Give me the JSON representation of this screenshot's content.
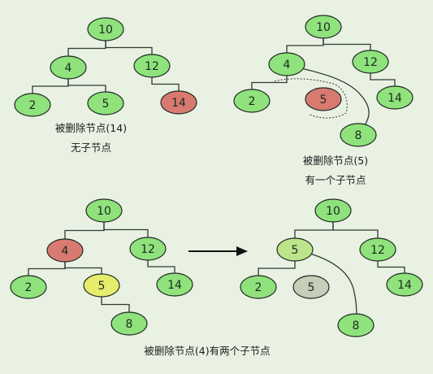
{
  "colors": {
    "normal": "#8fe27c",
    "deleted": "#d97a70",
    "successor": "#e6ec6b",
    "new_root": "#bde48a",
    "removed": "#c6cdb8"
  },
  "panels": [
    {
      "id": "no-children",
      "caption": [
        "被删除节点(14)",
        "无子节点"
      ],
      "nodes": [
        {
          "id": "n10",
          "label": "10",
          "state": "normal"
        },
        {
          "id": "n4",
          "label": "4",
          "state": "normal"
        },
        {
          "id": "n12",
          "label": "12",
          "state": "normal"
        },
        {
          "id": "n2",
          "label": "2",
          "state": "normal"
        },
        {
          "id": "n5",
          "label": "5",
          "state": "normal"
        },
        {
          "id": "n14",
          "label": "14",
          "state": "deleted"
        }
      ]
    },
    {
      "id": "one-child",
      "caption": [
        "被删除节点(5)",
        "有一个子节点"
      ],
      "nodes": [
        {
          "id": "n10",
          "label": "10",
          "state": "normal"
        },
        {
          "id": "n4",
          "label": "4",
          "state": "normal"
        },
        {
          "id": "n12",
          "label": "12",
          "state": "normal"
        },
        {
          "id": "n2",
          "label": "2",
          "state": "normal"
        },
        {
          "id": "n5",
          "label": "5",
          "state": "deleted"
        },
        {
          "id": "n14",
          "label": "14",
          "state": "normal"
        },
        {
          "id": "n8",
          "label": "8",
          "state": "normal"
        }
      ]
    },
    {
      "id": "two-children-before",
      "caption": [
        "被删除节点(4)有两个子节点"
      ],
      "nodes": [
        {
          "id": "n10",
          "label": "10",
          "state": "normal"
        },
        {
          "id": "n4",
          "label": "4",
          "state": "deleted"
        },
        {
          "id": "n12",
          "label": "12",
          "state": "normal"
        },
        {
          "id": "n2",
          "label": "2",
          "state": "normal"
        },
        {
          "id": "n5",
          "label": "5",
          "state": "successor"
        },
        {
          "id": "n14",
          "label": "14",
          "state": "normal"
        },
        {
          "id": "n8",
          "label": "8",
          "state": "normal"
        }
      ]
    },
    {
      "id": "two-children-after",
      "caption": [],
      "nodes": [
        {
          "id": "n10",
          "label": "10",
          "state": "normal"
        },
        {
          "id": "n5top",
          "label": "5",
          "state": "new_root"
        },
        {
          "id": "n12",
          "label": "12",
          "state": "normal"
        },
        {
          "id": "n2",
          "label": "2",
          "state": "normal"
        },
        {
          "id": "n5old",
          "label": "5",
          "state": "removed"
        },
        {
          "id": "n14",
          "label": "14",
          "state": "normal"
        },
        {
          "id": "n8",
          "label": "8",
          "state": "normal"
        }
      ]
    }
  ]
}
